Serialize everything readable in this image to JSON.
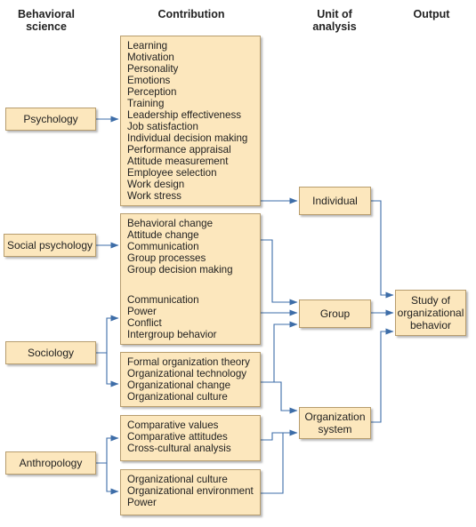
{
  "headers": {
    "science": "Behavioral science",
    "contribution": "Contribution",
    "unit": "Unit of analysis",
    "output": "Output"
  },
  "sciences": {
    "psychology": "Psychology",
    "social_psychology": "Social psychology",
    "sociology": "Sociology",
    "anthropology": "Anthropology"
  },
  "contributions": {
    "psychology": [
      "Learning",
      "Motivation",
      "Personality",
      "Emotions",
      "Perception",
      "Training",
      "Leadership effectiveness",
      "Job satisfaction",
      "Individual decision making",
      "Performance appraisal",
      "Attitude measurement",
      "Employee selection",
      "Work design",
      "Work stress"
    ],
    "social_sociology_a": [
      "Behavioral change",
      "Attitude change",
      "Communication",
      "Group processes",
      "Group decision making"
    ],
    "social_sociology_b": [
      "Communication",
      "Power",
      "Conflict",
      "Intergroup behavior"
    ],
    "sociology_org": [
      "Formal organization theory",
      "Organizational technology",
      "Organizational change",
      "Organizational culture"
    ],
    "anthro_a": [
      "Comparative values",
      "Comparative attitudes",
      "Cross-cultural analysis"
    ],
    "anthro_b": [
      "Organizational culture",
      "Organizational environment",
      "Power"
    ]
  },
  "units": {
    "individual": "Individual",
    "group": "Group",
    "organization": "Organization system"
  },
  "output": "Study of organizational behavior",
  "colors": {
    "box_fill": "#fce7bd",
    "box_border": "#b79d6e",
    "connector": "#3d6da8"
  }
}
